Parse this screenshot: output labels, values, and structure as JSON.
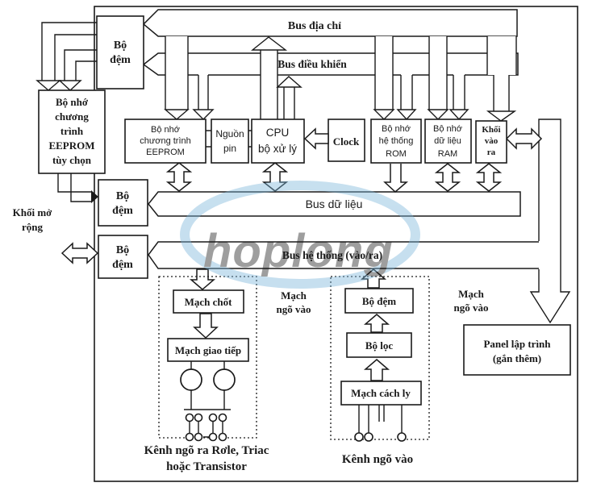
{
  "colors": {
    "line": "#1a1a1a",
    "watermark": "#7ab5da"
  },
  "labels": {
    "buffer1": {
      "lines": [
        "Bộ",
        "đệm"
      ]
    },
    "eeprom_opt": {
      "lines": [
        "Bộ nhớ",
        "chương",
        "trình",
        "EEPROM",
        "tùy chọn"
      ]
    },
    "buffer2": {
      "lines": [
        "Bộ",
        "đệm"
      ]
    },
    "buffer3": {
      "lines": [
        "Bộ",
        "đệm"
      ]
    },
    "expansion": {
      "lines": [
        "Khối mở",
        "rộng"
      ]
    },
    "eeprom_center": {
      "lines": [
        "Bộ nhớ",
        "chương trình",
        "EEPROM"
      ]
    },
    "battery": {
      "lines": [
        "Nguồn",
        "pin"
      ]
    },
    "cpu": {
      "lines": [
        "CPU",
        "bộ xử lý"
      ]
    },
    "clock": "Clock",
    "rom": {
      "lines": [
        "Bộ nhớ",
        "hệ thống",
        "ROM"
      ]
    },
    "ram": {
      "lines": [
        "Bộ nhớ",
        "dữ liệu",
        "RAM"
      ]
    },
    "io": {
      "lines": [
        "Khối",
        "vào",
        "ra"
      ]
    },
    "bus_address": "Bus địa chỉ",
    "bus_control": "Bus điều khiển",
    "bus_data": "Bus dữ liệu",
    "bus_system": "Bus hệ thống (vào/ra)",
    "latch": "Mạch chốt",
    "interface": "Mạch giao tiếp",
    "input_buffer": "Bộ đệm",
    "filter": "Bộ lọc",
    "isolation": "Mạch cách ly",
    "panel": {
      "lines": [
        "Panel lập trình",
        "(gắn thêm)"
      ]
    },
    "input_circuit_left": {
      "lines": [
        "Mạch",
        "ngõ vào"
      ]
    },
    "input_circuit_right": {
      "lines": [
        "Mạch",
        "ngõ vào"
      ]
    },
    "output_channel": {
      "lines": [
        "Kênh ngõ ra Rơle, Triac",
        "hoặc Transistor"
      ]
    },
    "input_channel": "Kênh ngõ vào",
    "watermark": "hoplong"
  }
}
